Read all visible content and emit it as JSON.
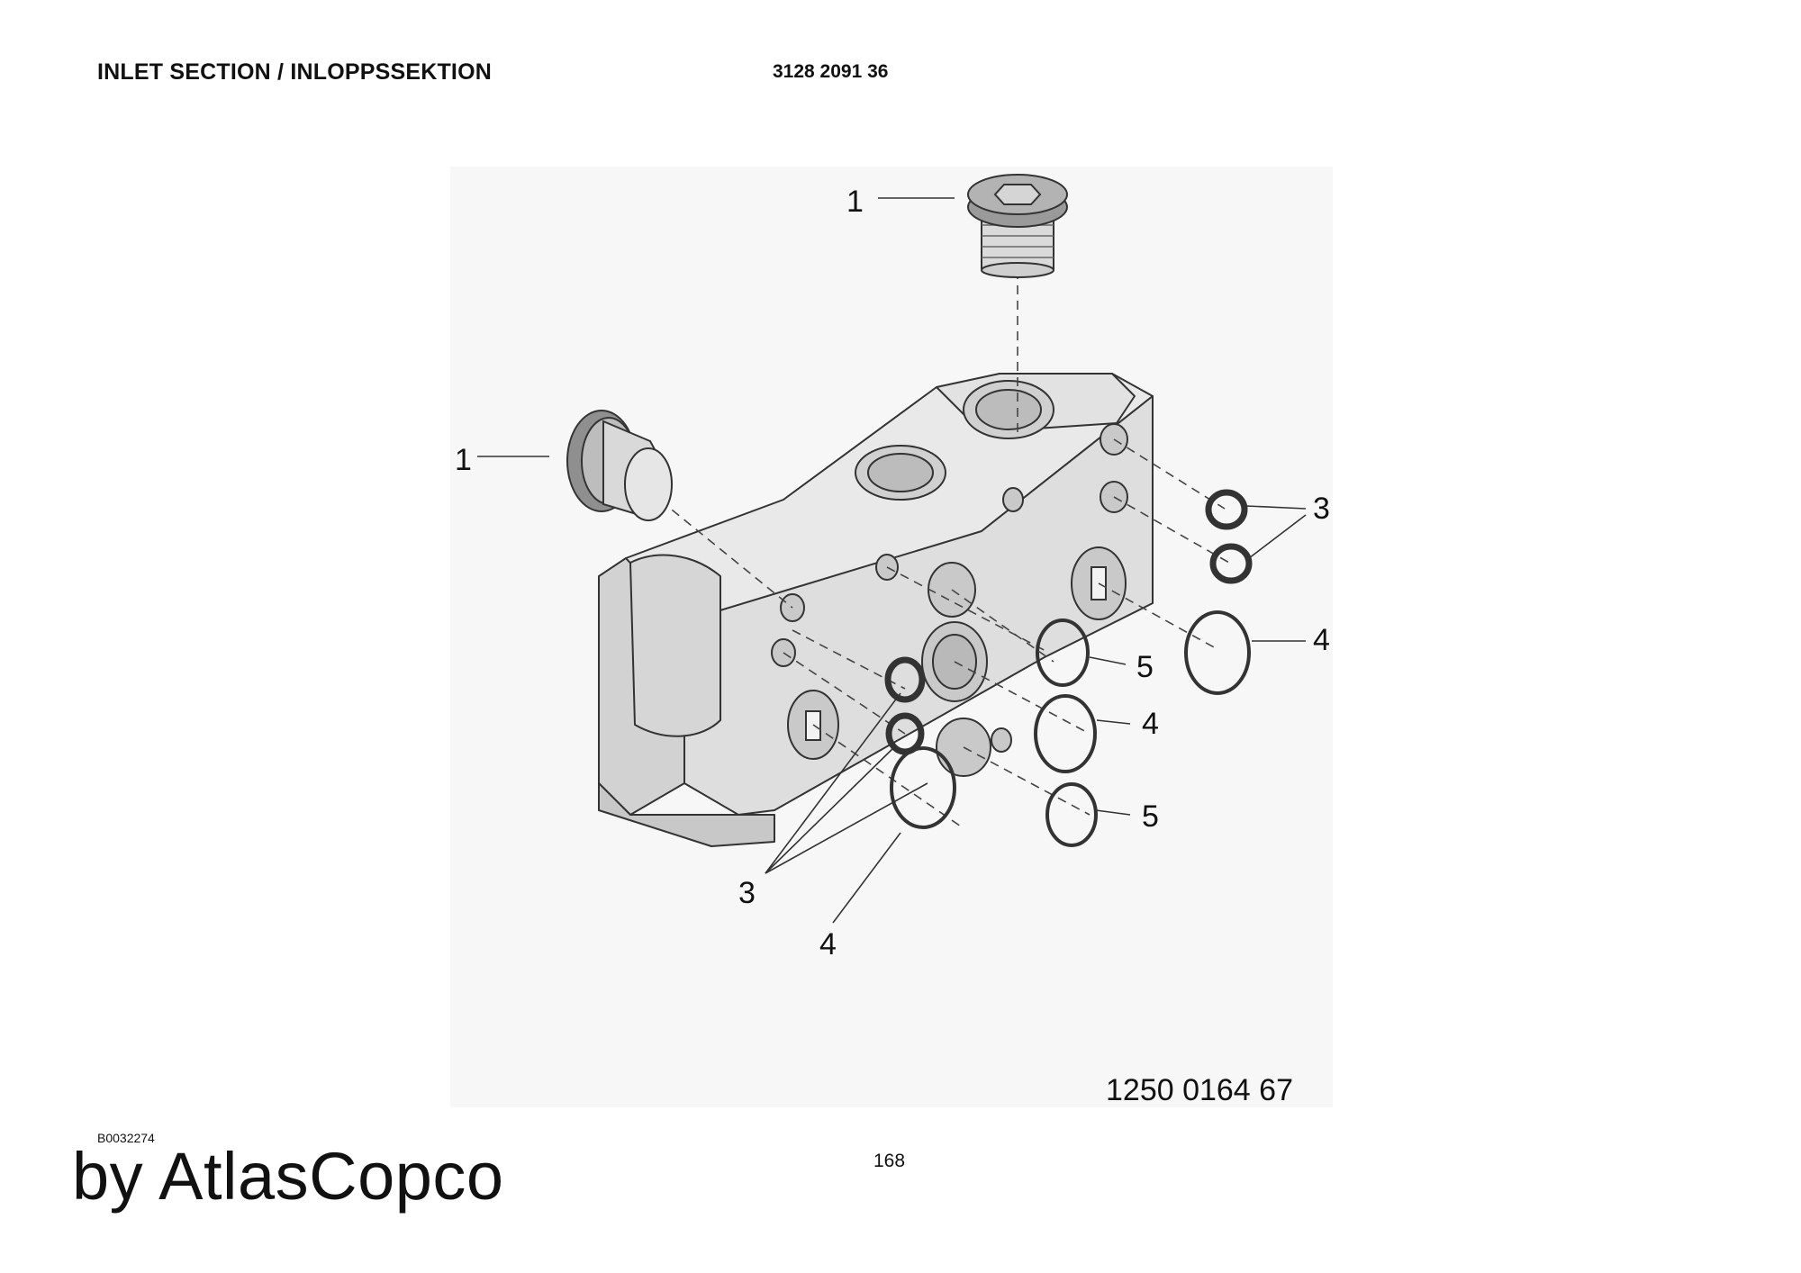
{
  "header": {
    "title": "INLET SECTION / INLOPPSSEKTION",
    "part_number": "3128 2091 36"
  },
  "figure": {
    "callouts": {
      "c1_top": "1",
      "c1_left": "1",
      "c3_right": "3",
      "c3_bottom": "3",
      "c4_right": "4",
      "c4_mid": "4",
      "c4_bottom": "4",
      "c5_upper": "5",
      "c5_lower": "5"
    },
    "reference_number": "1250 0164 67"
  },
  "footer": {
    "drawing_id": "B0032274",
    "page_number": "168",
    "brand": "by AtlasCopco"
  }
}
